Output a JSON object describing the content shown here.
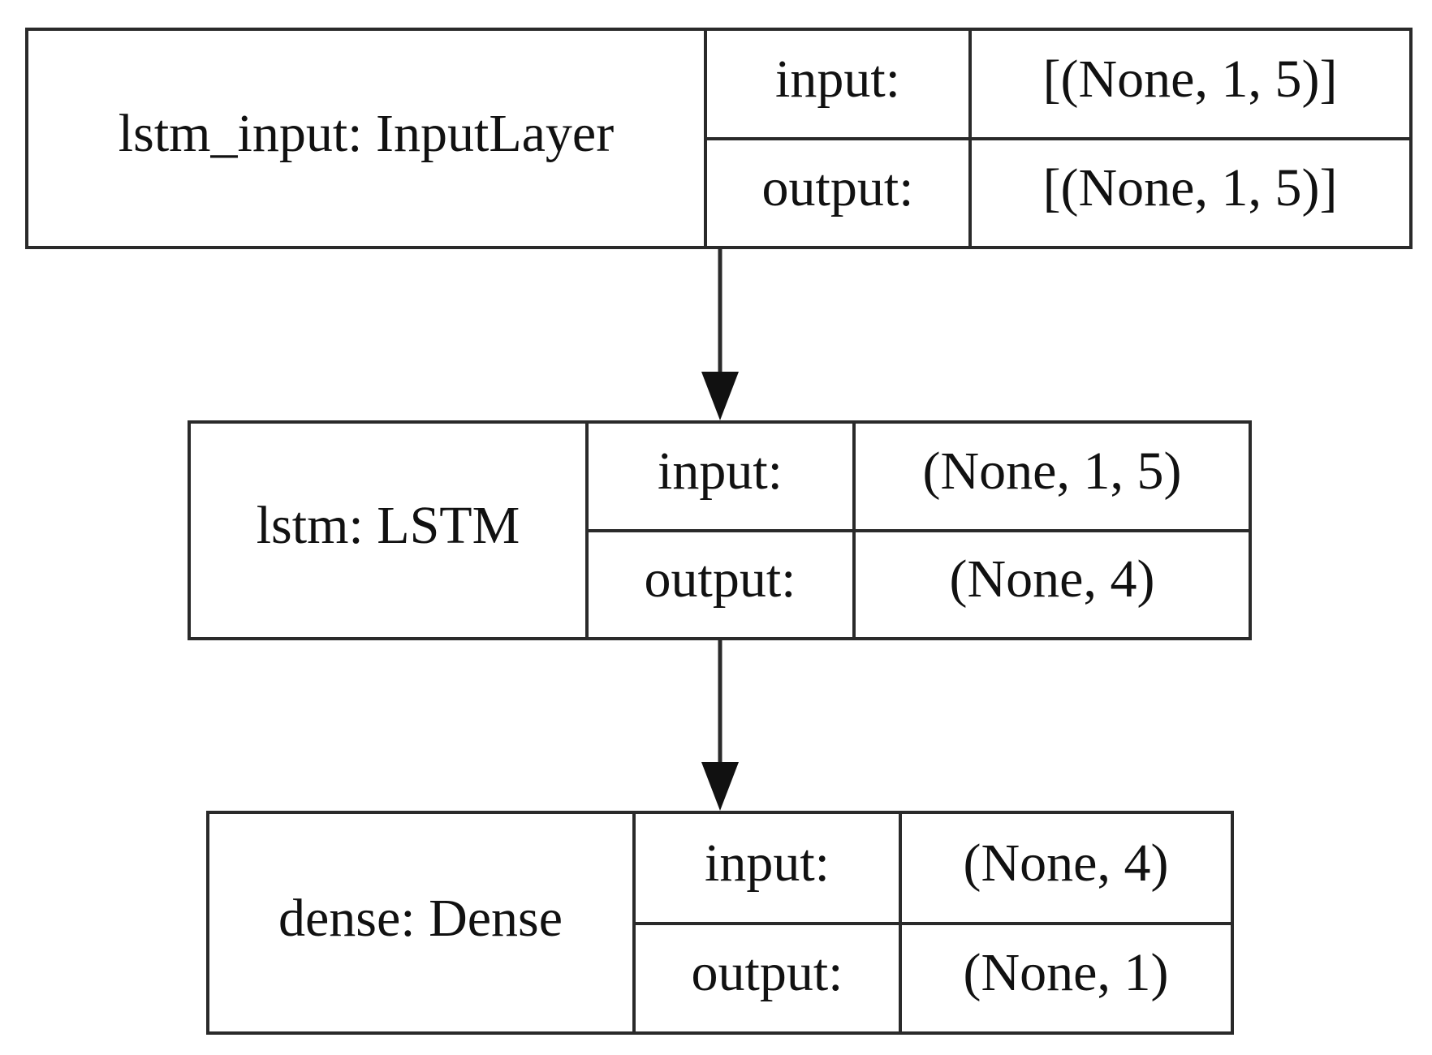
{
  "nodes": [
    {
      "name": "lstm_input: InputLayer",
      "ports": [
        {
          "label": "input:",
          "shape": "[(None, 1, 5)]"
        },
        {
          "label": "output:",
          "shape": "[(None, 1, 5)]"
        }
      ]
    },
    {
      "name": "lstm: LSTM",
      "ports": [
        {
          "label": "input:",
          "shape": "(None, 1, 5)"
        },
        {
          "label": "output:",
          "shape": "(None, 4)"
        }
      ]
    },
    {
      "name": "dense: Dense",
      "ports": [
        {
          "label": "input:",
          "shape": "(None, 4)"
        },
        {
          "label": "output:",
          "shape": "(None, 1)"
        }
      ]
    }
  ],
  "edges": [
    {
      "from": "lstm_input: InputLayer",
      "to": "lstm: LSTM"
    },
    {
      "from": "lstm: LSTM",
      "to": "dense: Dense"
    }
  ]
}
